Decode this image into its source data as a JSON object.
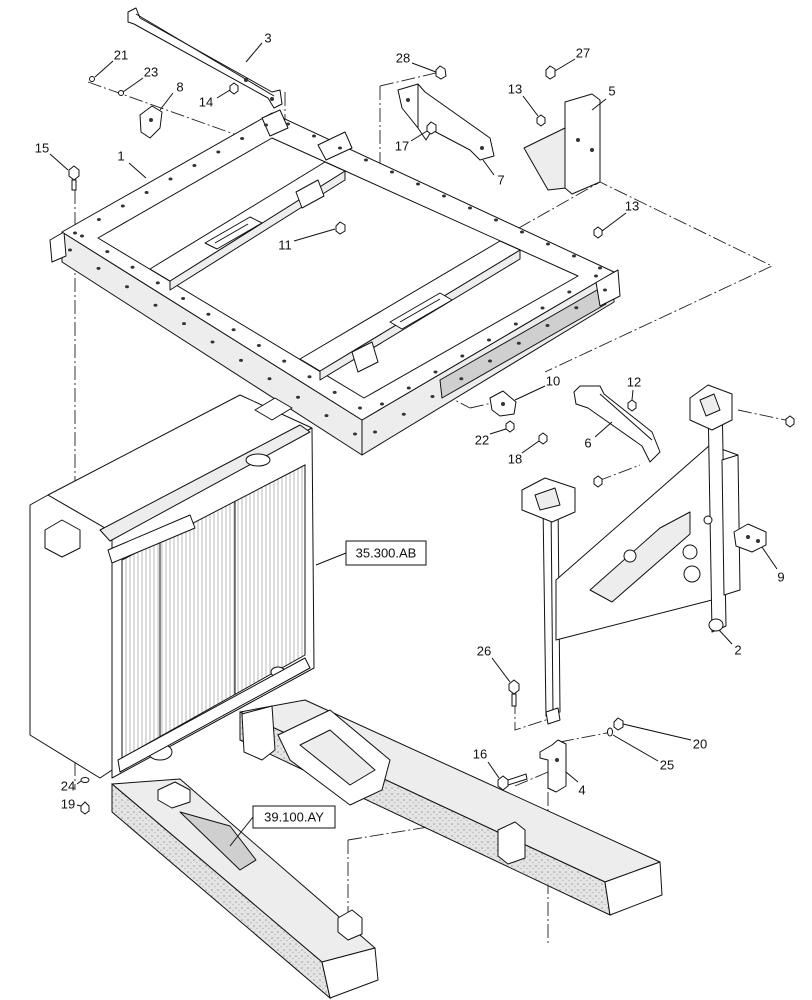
{
  "diagram": {
    "callouts": [
      "3",
      "21",
      "23",
      "8",
      "14",
      "15",
      "1",
      "28",
      "27",
      "13",
      "5",
      "17",
      "7",
      "13",
      "11",
      "10",
      "12",
      "22",
      "18",
      "6",
      "9",
      "2",
      "26",
      "16",
      "20",
      "25",
      "4",
      "24",
      "19"
    ],
    "references": [
      "35.300.AB",
      "39.100.AY"
    ]
  }
}
